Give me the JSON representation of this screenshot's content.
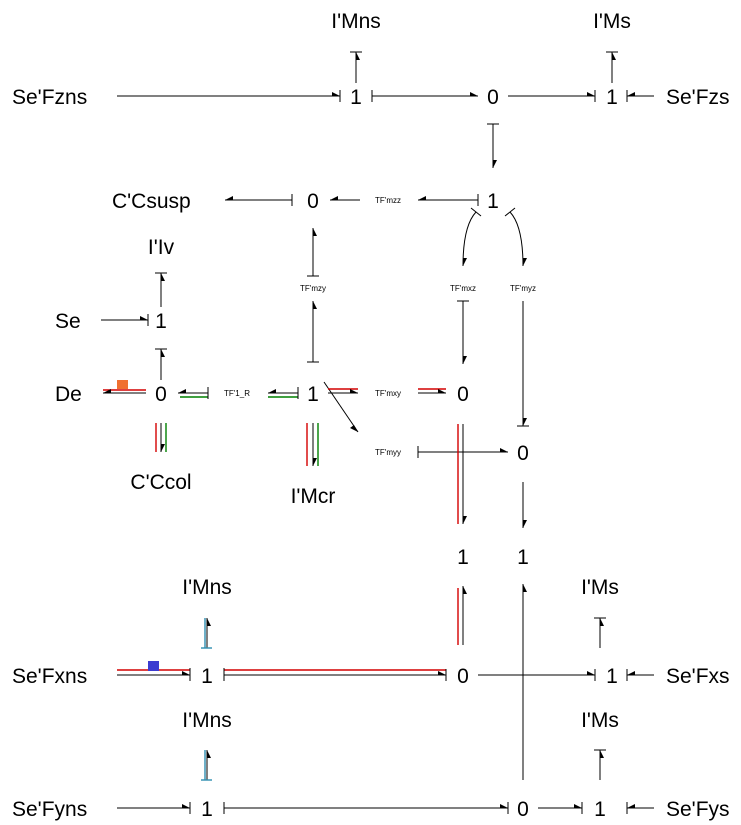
{
  "colors": {
    "line": "#000000",
    "activity_red": "#d40000",
    "activity_green": "#008000",
    "activity_cyan": "#2f8fb0",
    "marker_orange": "#f07030",
    "marker_blue": "#3b3bd0"
  },
  "labels": {
    "i_mns_top": "I'Mns",
    "i_ms_top": "I'Ms",
    "se_fzns": "Se'Fzns",
    "se_fzs": "Se'Fzs",
    "c_csusp": "C'Csusp",
    "i_iv": "I'Iv",
    "se": "Se",
    "de": "De",
    "c_ccol": "C'Ccol",
    "i_mcr": "I'Mcr",
    "i_mns_mid": "I'Mns",
    "i_ms_mid": "I'Ms",
    "se_fxns": "Se'Fxns",
    "se_fxs": "Se'Fxs",
    "i_mns_low": "I'Mns",
    "i_ms_low": "I'Ms",
    "se_fyns": "Se'Fyns",
    "se_fys": "Se'Fys"
  },
  "junctions": {
    "j_top_1a": "1",
    "j_top_0": "0",
    "j_top_1b": "1",
    "j_susp_0": "0",
    "j_mzz_1": "1",
    "j_iv_1": "1",
    "j_de_0": "0",
    "j_mcr_1": "1",
    "j_mxy_0": "0",
    "j_myy_0": "0",
    "j_mid_1a": "1",
    "j_mid_1b": "1",
    "j_x_1a": "1",
    "j_x_0": "0",
    "j_x_1b": "1",
    "j_y_1a": "1",
    "j_y_0": "0",
    "j_y_1b": "1"
  },
  "transformers": {
    "tf_mzz": "TF'mzz",
    "tf_mzy": "TF'mzy",
    "tf_mxz": "TF'mxz",
    "tf_myz": "TF'myz",
    "tf_1r": "TF'1_R",
    "tf_mxy": "TF'mxy",
    "tf_myy": "TF'myy"
  }
}
